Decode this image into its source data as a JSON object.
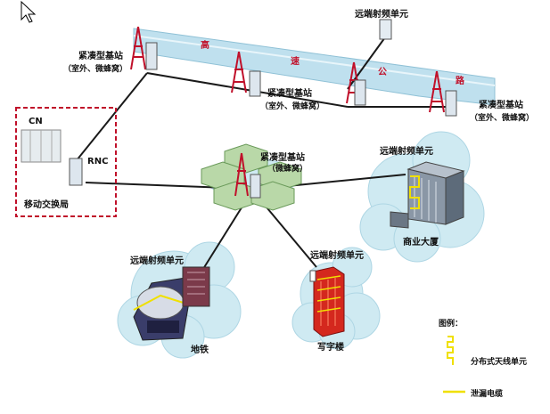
{
  "highway": {
    "chars": [
      "高",
      "速",
      "公",
      "路"
    ]
  },
  "labels": {
    "remote_unit_top": "远端射频单元",
    "bts_top_left_1": "紧凑型基站",
    "bts_top_left_2": "（室外、微蜂窝）",
    "bts_mid_1": "紧凑型基站",
    "bts_mid_2": "（室外、微蜂窝）",
    "bts_right_1": "紧凑型基站",
    "bts_right_2": "（室外、微蜂窝）",
    "bts_center_1": "紧凑型基站",
    "bts_center_2": "（微蜂窝）",
    "cn": "CN",
    "rnc": "RNC",
    "switch_office": "移动交换局",
    "remote_unit_commercial": "远端射频单元",
    "commercial_building": "商业大厦",
    "remote_unit_subway": "远端射频单元",
    "subway": "地铁",
    "remote_unit_office": "远端射频单元",
    "office_building": "写字楼"
  },
  "legend": {
    "title": "图例：",
    "distributed_antenna": "分布式天线单元",
    "leaky_cable": "泄漏电缆"
  },
  "colors": {
    "cloud": "#cfeaf2",
    "cloud_edge": "#aed6e4",
    "tower": "#c0102a",
    "highway_band": "#bfe0ee",
    "link": "#1a1a1a",
    "dashed_box": "#c0102a",
    "hex": "#b9d8a8",
    "hex_edge": "#6a9a5a",
    "leaky": "#f0e000"
  }
}
